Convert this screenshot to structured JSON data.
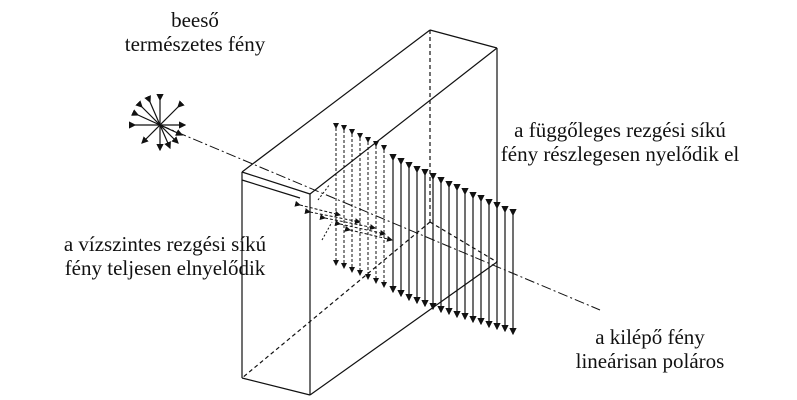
{
  "labels": {
    "incident": [
      "beeső",
      "természetes fény"
    ],
    "vertical": [
      "a függőleges rezgési síkú",
      "fény részlegesen nyelődik el"
    ],
    "horizontal": [
      "a vízszintes rezgési síkú",
      "fény teljesen elnyelődik"
    ],
    "exit": [
      "a kilépő fény",
      "lineárisan poláros"
    ]
  },
  "colors": {
    "ink": "#111111",
    "background": "#ffffff"
  }
}
